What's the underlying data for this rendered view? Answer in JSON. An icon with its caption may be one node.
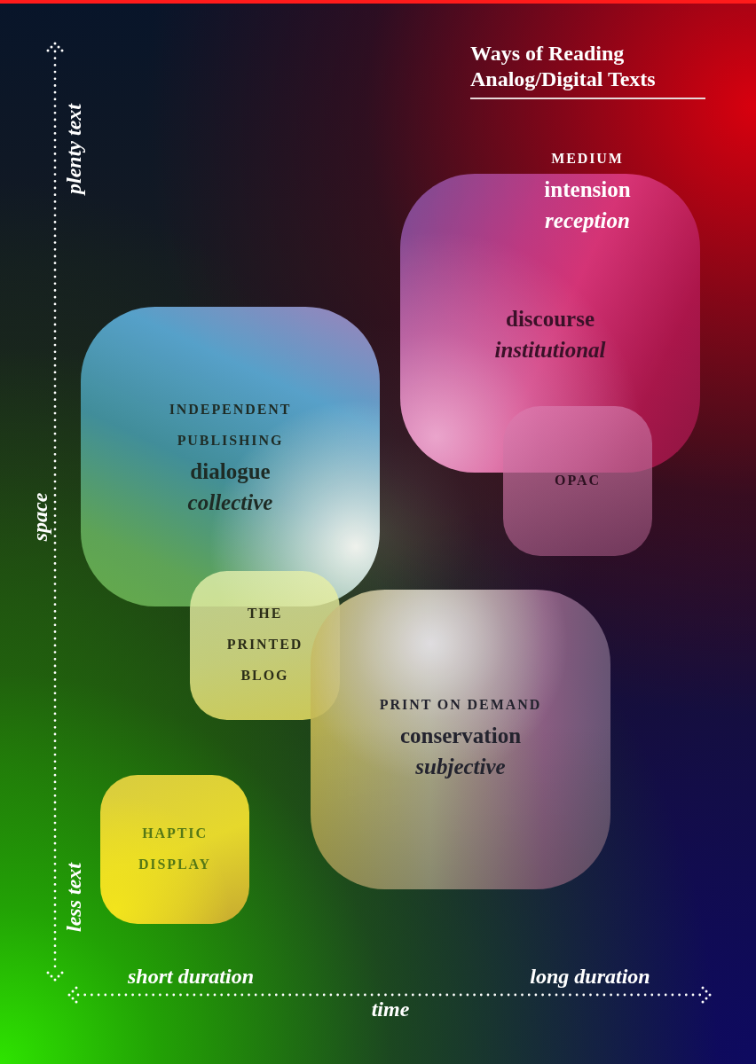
{
  "diagram": {
    "title": "Ways of Reading Analog/Digital Texts",
    "nodes": [
      {
        "text": [
          "discourse",
          "institutional"
        ]
      },
      {
        "text": [
          "INDEPENDENT PUBLISHING",
          "dialogue",
          "collective"
        ]
      },
      {
        "text": [
          "OPAC"
        ]
      },
      {
        "text": [
          "THE PRINTED BLOG"
        ]
      },
      {
        "text": [
          "PRINT ON DEMAND",
          "conservation",
          "subjective"
        ]
      },
      {
        "text": [
          "HAPTIC DISPLAY"
        ]
      }
    ],
    "labels": [
      "MEDIUM",
      "intension",
      "reception",
      "plenty text",
      "space",
      "less text",
      "short duration",
      "long duration",
      "time"
    ]
  }
}
